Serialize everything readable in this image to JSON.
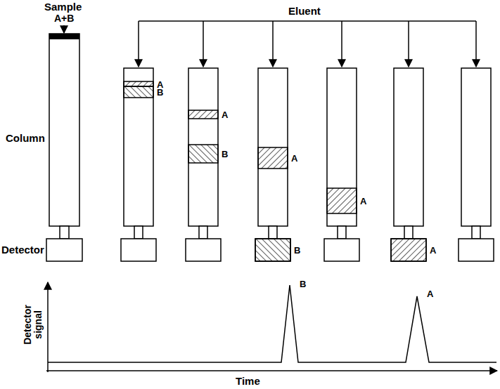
{
  "diagram": {
    "nodes": [
      {
        "text": [
          "A"
        ]
      },
      {
        "text": [
          "B"
        ]
      },
      {
        "text": [
          "A"
        ]
      },
      {
        "text": [
          "B"
        ]
      },
      {
        "text": [
          "A"
        ]
      },
      {
        "text": [
          "B"
        ]
      },
      {
        "text": [
          "A"
        ]
      },
      {
        "text": [
          "A"
        ]
      }
    ],
    "labels": [
      "Sample",
      "A+B",
      "Eluent",
      "Column",
      "Detector",
      "Detector signal",
      "Time",
      "B",
      "A"
    ]
  }
}
